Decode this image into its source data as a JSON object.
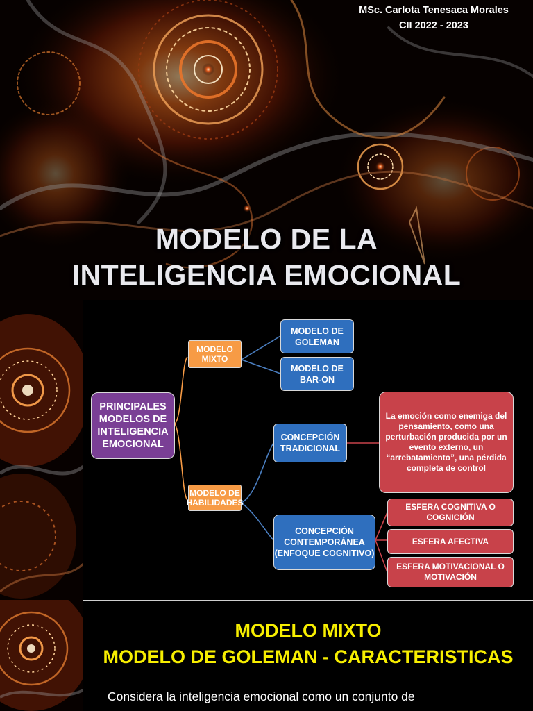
{
  "slide1": {
    "author": "MSc. Carlota Tenesaca Morales",
    "period": "CII 2022 - 2023",
    "title_line1": "MODELO DE LA",
    "title_line2": "INTELIGENCIA EMOCIONAL"
  },
  "diagram": {
    "root": "PRINCIPALES MODELOS DE INTELIGENCIA EMOCIONAL",
    "mixto": "MODELO MIXTO",
    "goleman": "MODELO DE GOLEMAN",
    "baron": "MODELO DE BAR-ON",
    "habilidades": "MODELO DE HABILIDADES",
    "tradicional": "CONCEPCIÓN TRADICIONAL",
    "tradicional_desc": "La emoción como enemiga del pensamiento, como  una perturbación producida por un evento externo, un “arrebatamiento”, una pérdida completa de control",
    "contemporanea": "CONCEPCIÓN CONTEMPORÁNEA (ENFOQUE COGNITIVO)",
    "esfera_cognitiva": "ESFERA COGNITIVA O COGNICIÓN",
    "esfera_afectiva": "ESFERA AFECTIVA",
    "esfera_motivacional": "ESFERA MOTIVACIONAL O MOTIVACIÓN"
  },
  "slide3": {
    "title_line1": "MODELO MIXTO",
    "title_line2": "MODELO DE GOLEMAN - CARACTERISTICAS",
    "body": "Considera la inteligencia emocional como un  conjunto de"
  },
  "colors": {
    "purple": "#7a3f95",
    "orange": "#f79b45",
    "blue": "#2f6fbe",
    "red": "#c8424a",
    "yellow": "#f7ee00"
  }
}
